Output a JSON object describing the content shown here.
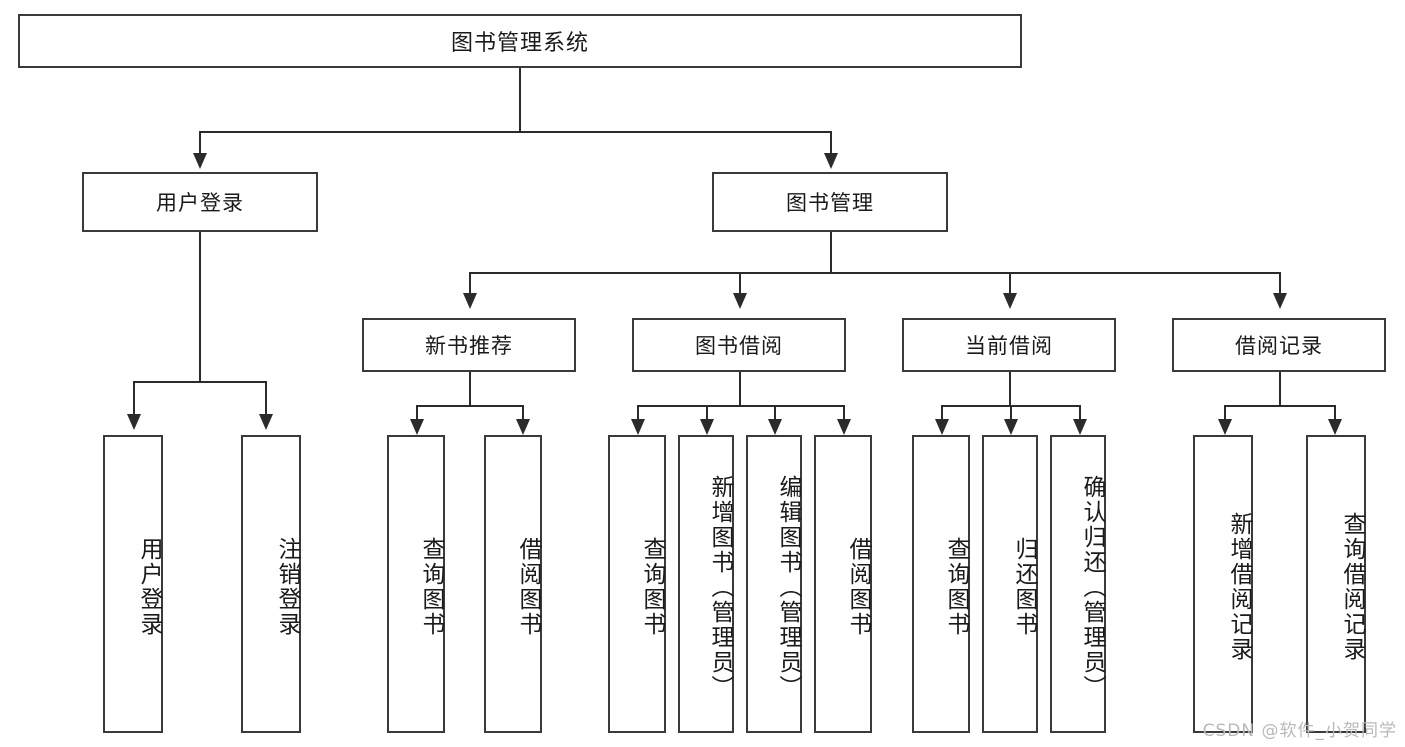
{
  "diagram": {
    "type": "hierarchy-tree",
    "title": "图书管理系统",
    "root": {
      "label": "图书管理系统"
    },
    "level2": [
      {
        "id": "user-login",
        "label": "用户登录"
      },
      {
        "id": "book-management",
        "label": "图书管理"
      }
    ],
    "level3": [
      {
        "id": "new-book-recommend",
        "label": "新书推荐",
        "parent": "book-management"
      },
      {
        "id": "book-borrow",
        "label": "图书借阅",
        "parent": "book-management"
      },
      {
        "id": "current-borrow",
        "label": "当前借阅",
        "parent": "book-management"
      },
      {
        "id": "borrow-record",
        "label": "借阅记录",
        "parent": "book-management"
      }
    ],
    "leaves": {
      "user-login": [
        {
          "id": "leaf-user-login",
          "label": "用户登录"
        },
        {
          "id": "leaf-logout-login",
          "label": "注销登录"
        }
      ],
      "new-book-recommend": [
        {
          "id": "leaf-query-book-1",
          "label": "查询图书"
        },
        {
          "id": "leaf-borrow-book-1",
          "label": "借阅图书"
        }
      ],
      "book-borrow": [
        {
          "id": "leaf-query-book-2",
          "label": "查询图书"
        },
        {
          "id": "leaf-add-book",
          "label": "新增图书（管理员）"
        },
        {
          "id": "leaf-edit-book",
          "label": "编辑图书（管理员）"
        },
        {
          "id": "leaf-borrow-book-2",
          "label": "借阅图书"
        }
      ],
      "current-borrow": [
        {
          "id": "leaf-query-book-3",
          "label": "查询图书"
        },
        {
          "id": "leaf-return-book",
          "label": "归还图书"
        },
        {
          "id": "leaf-confirm-return",
          "label": "确认归还（管理员）"
        }
      ],
      "borrow-record": [
        {
          "id": "leaf-add-record",
          "label": "新增借阅记录"
        },
        {
          "id": "leaf-query-record",
          "label": "查询借阅记录"
        }
      ]
    }
  },
  "watermark": {
    "text": "CSDN @软件_小贺同学"
  },
  "colors": {
    "box_border": "#3a3a3a",
    "line": "#2b2b2b",
    "text": "#1a1a1a",
    "background": "#ffffff",
    "watermark": "#b9b9b9"
  }
}
